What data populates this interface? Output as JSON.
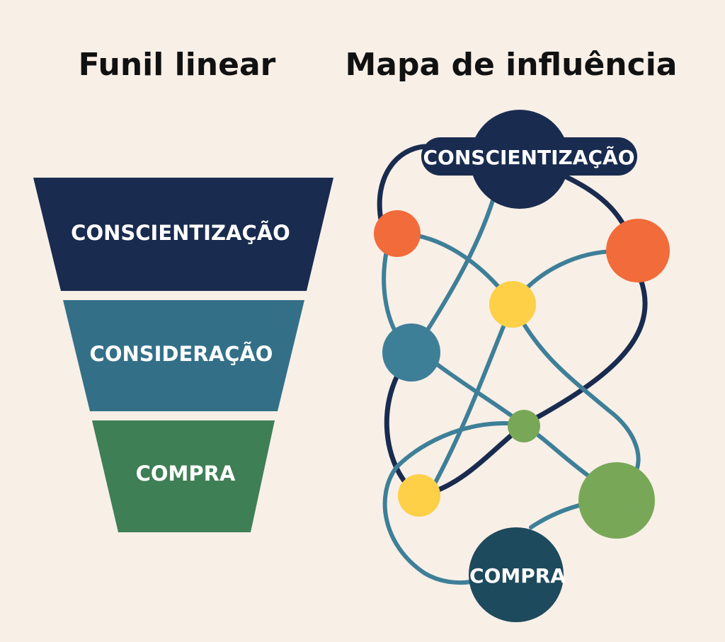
{
  "titles": {
    "left": "Funil linear",
    "right": "Mapa de influência"
  },
  "funnel": {
    "stages": [
      {
        "label": "CONSCIENTIZAÇÃO",
        "color": "#192b4f"
      },
      {
        "label": "CONSIDERAÇÃO",
        "color": "#337088"
      },
      {
        "label": "COMPRA",
        "color": "#3f7f55"
      }
    ]
  },
  "influence_map": {
    "top_label": "CONSCIENTIZAÇÃO",
    "bottom_label": "COMPRA",
    "colors": {
      "dark_navy": "#192b4f",
      "teal": "#3e7f98",
      "orange": "#f26b3a",
      "yellow": "#fdd048",
      "green": "#78a857",
      "dark_teal": "#1d4a5c"
    }
  }
}
